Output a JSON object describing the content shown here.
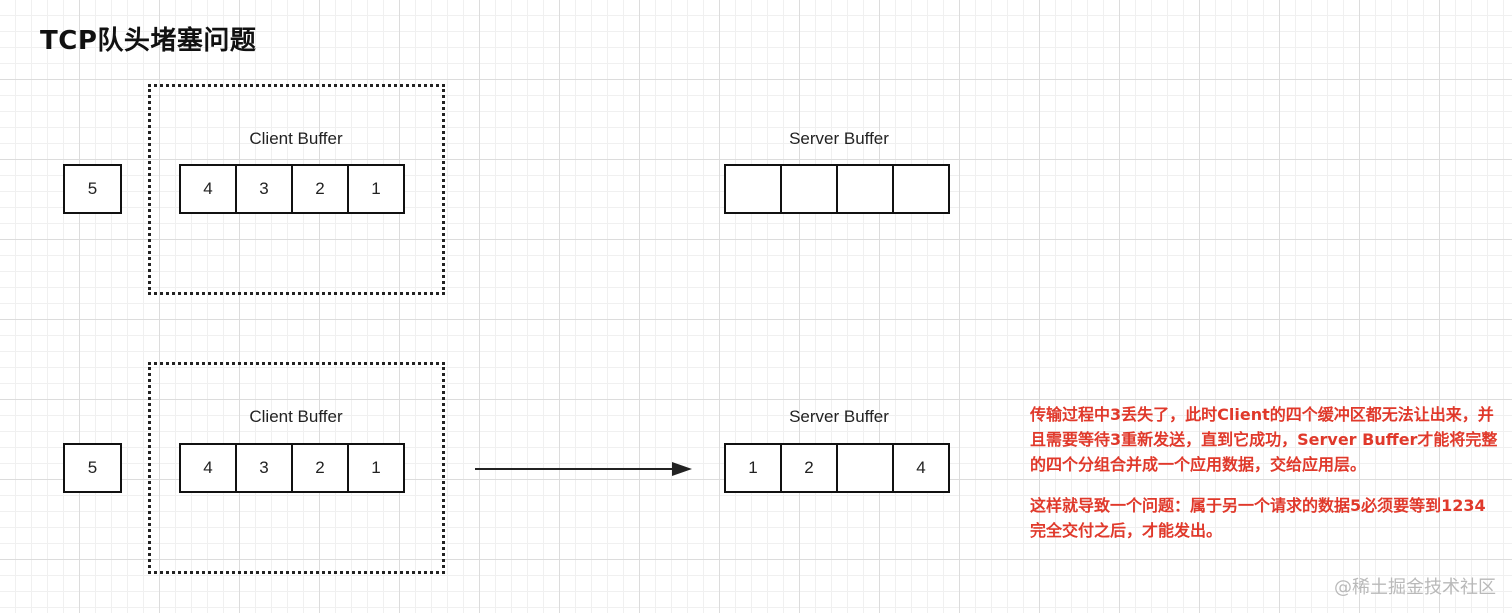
{
  "title": "TCP队头堵塞问题",
  "top": {
    "outside_packet": "5",
    "client_label": "Client Buffer",
    "client_cells": [
      "4",
      "3",
      "2",
      "1"
    ],
    "server_label": "Server Buffer",
    "server_cells": [
      "",
      "",
      "",
      ""
    ]
  },
  "bottom": {
    "outside_packet": "5",
    "client_label": "Client Buffer",
    "client_cells": [
      "4",
      "3",
      "2",
      "1"
    ],
    "server_label": "Server Buffer",
    "server_cells": [
      "1",
      "2",
      "",
      "4"
    ]
  },
  "note": {
    "paragraph1": "传输过程中3丢失了，此时Client的四个缓冲区都无法让出来，并且需要等待3重新发送，直到它成功，Server Buffer才能将完整的四个分组合并成一个应用数据，交给应用层。",
    "paragraph2": "这样就导致一个问题：属于另一个请求的数据5必须要等到1234完全交付之后，才能发出。"
  },
  "watermark": "@稀土掘金技术社区"
}
